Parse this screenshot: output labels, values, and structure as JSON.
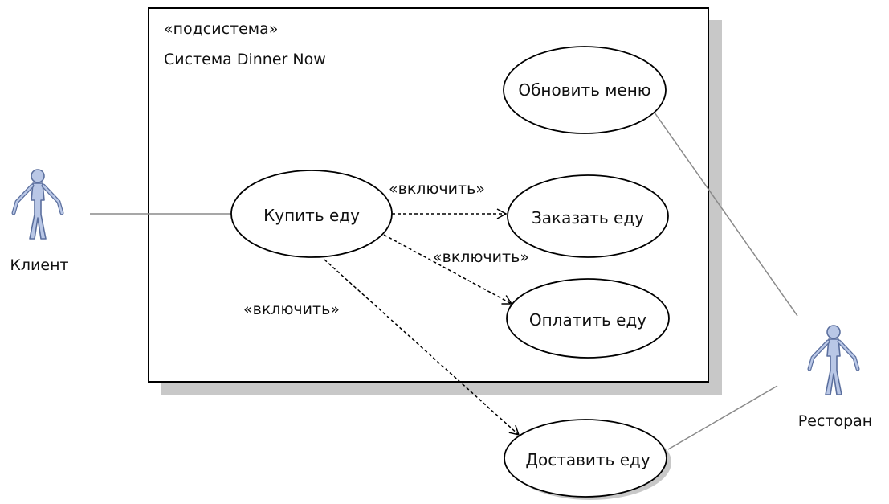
{
  "subsystem": {
    "stereotype": "«подсистема»",
    "name": "Система Dinner Now"
  },
  "actors": [
    {
      "id": "client",
      "label": "Клиент"
    },
    {
      "id": "restaurant",
      "label": "Ресторан"
    }
  ],
  "use_cases": [
    {
      "id": "buy",
      "label": "Купить еду"
    },
    {
      "id": "update_menu",
      "label": "Обновить меню"
    },
    {
      "id": "order",
      "label": "Заказать еду"
    },
    {
      "id": "pay",
      "label": "Оплатить еду"
    },
    {
      "id": "deliver",
      "label": "Доставить еду"
    }
  ],
  "relations": [
    {
      "from": "buy",
      "to": "order",
      "type": "include",
      "label": "«включить»"
    },
    {
      "from": "buy",
      "to": "pay",
      "type": "include",
      "label": "«включить»"
    },
    {
      "from": "buy",
      "to": "deliver",
      "type": "include",
      "label": "«включить»"
    },
    {
      "from": "client",
      "to": "buy",
      "type": "association"
    },
    {
      "from": "restaurant",
      "to": "update_menu",
      "type": "association"
    },
    {
      "from": "restaurant",
      "to": "deliver",
      "type": "association"
    }
  ],
  "colors": {
    "actor_fill": "#b9c7e6",
    "actor_stroke": "#5b6f9e",
    "frame_shadow": "#c8c8c8",
    "line": "#8a8a8a"
  }
}
